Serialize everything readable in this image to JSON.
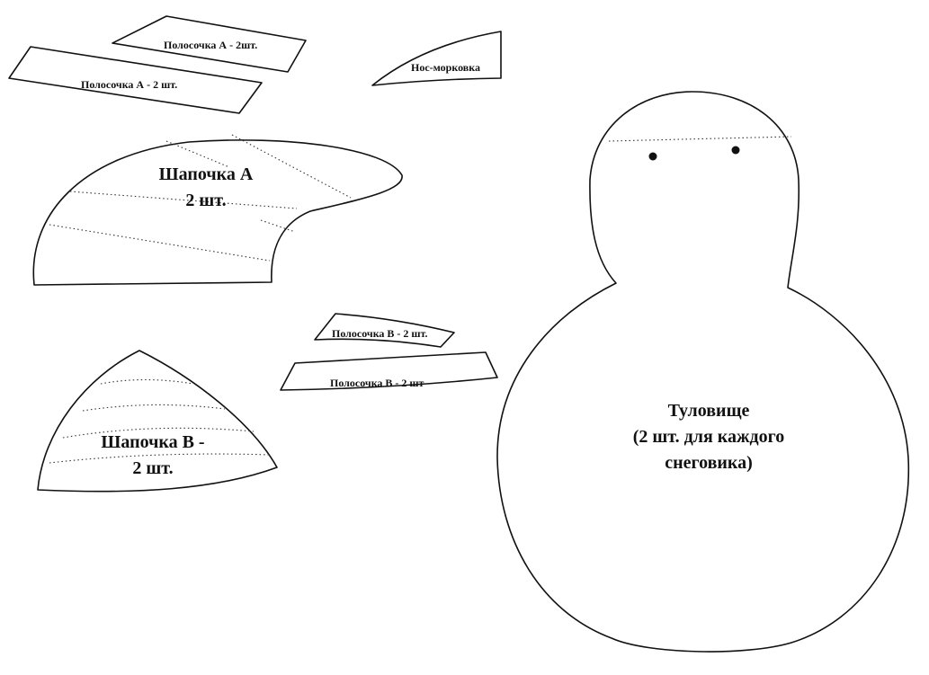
{
  "pieces": {
    "strip_a_top": {
      "label": "Полосочка А - 2шт."
    },
    "strip_a_bottom": {
      "label": "Полосочка А - 2 шт."
    },
    "nose": {
      "label": "Нос-морковка"
    },
    "hat_a": {
      "line1": "Шапочка А",
      "line2": "2 шт."
    },
    "strip_b_small": {
      "label": "Полосочка В - 2 шт."
    },
    "strip_b_large": {
      "label": "Полосочка В - 2 шт"
    },
    "hat_b": {
      "line1": "Шапочка В -",
      "line2": "2 шт."
    },
    "body": {
      "line1": "Туловище",
      "line2": "(2 шт. для каждого",
      "line3": "снеговика)"
    }
  }
}
